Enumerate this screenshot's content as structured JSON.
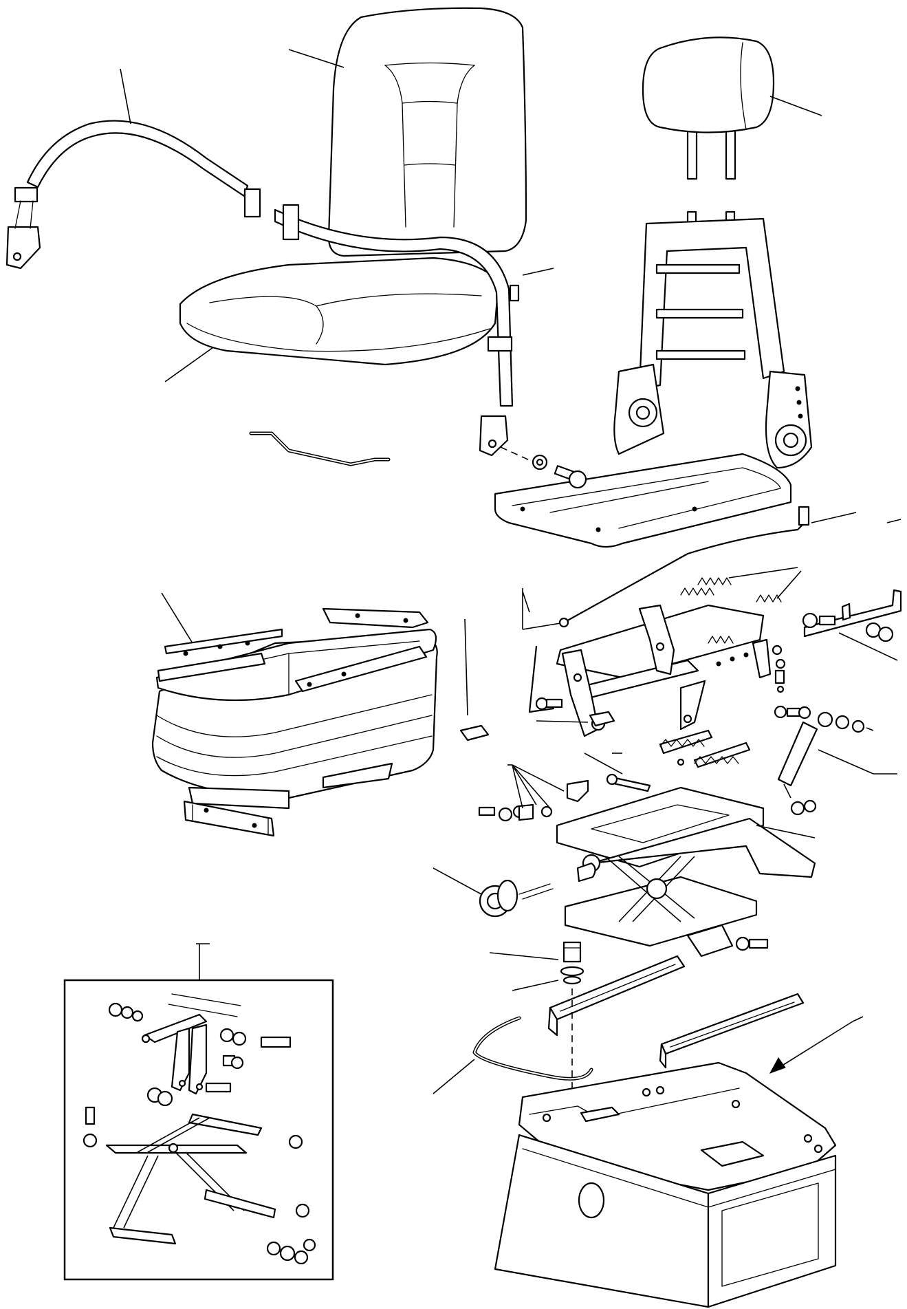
{
  "figure": {
    "kind": "exploded parts diagram",
    "line_color": "#000000",
    "background_color": "#ffffff",
    "icons": [
      "seat-backrest",
      "headrest",
      "seat-belt",
      "seat-cushion",
      "backrest-frame",
      "slide-carriage",
      "suspension-bellows",
      "scissor-suspension",
      "height-adjust-knob",
      "shock-absorber",
      "slide-rails",
      "seat-base",
      "scissor-detail-inset"
    ]
  }
}
